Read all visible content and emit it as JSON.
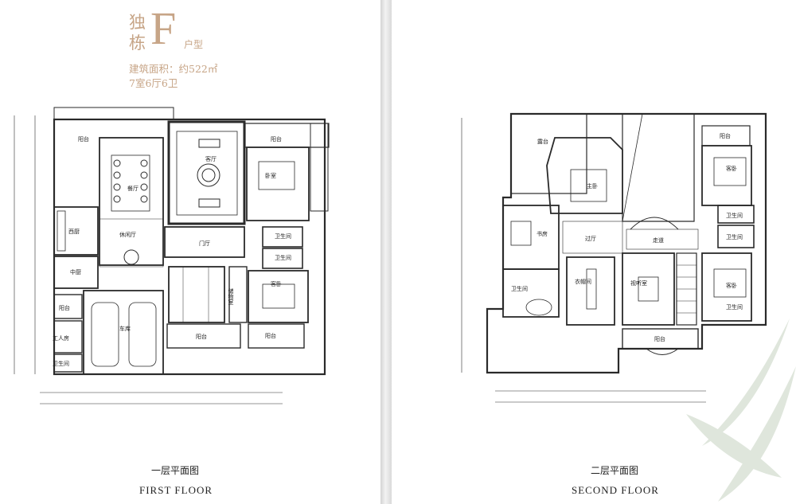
{
  "header": {
    "title_char_1": "独",
    "title_char_2": "栋",
    "title_letter": "F",
    "title_suffix": "户型",
    "area": "建筑面积：约522㎡",
    "rooms": "7室6厅6卫"
  },
  "first_floor": {
    "caption_zh": "一层平面图",
    "caption_en": "FIRST FLOOR",
    "rooms": {
      "balcony_tl": "阳台",
      "dining": "餐厅",
      "living": "客厅",
      "balcony_tr": "阳台",
      "bedroom": "卧室",
      "west_kitchen": "西厨",
      "leisure_hall": "休闲厅",
      "bath_1": "卫生间",
      "foyer": "门厅",
      "bath_2": "卫生间",
      "chinese_kitchen": "中厨",
      "storage": "储物室",
      "guest_room": "客卧",
      "balcony_l": "阳台",
      "garage": "车库",
      "balcony_r": "阳台",
      "worker_room": "工人房",
      "balcony_bottom": "阳台",
      "bath_3": "卫生间"
    }
  },
  "second_floor": {
    "caption_zh": "二层平面图",
    "caption_en": "SECOND FLOOR",
    "rooms": {
      "terrace": "露台",
      "master_bedroom": "主卧",
      "balcony_tr": "阳台",
      "guest_bedroom_1": "客卧",
      "study": "书房",
      "bath_1": "卫生间",
      "corridor_1": "过厅",
      "corridor_2": "走道",
      "bath_2": "卫生间",
      "bath_3": "卫生间",
      "closet": "衣帽间",
      "audio_room": "视听室",
      "guest_bedroom_2": "客卧",
      "bath_left": "卫生间",
      "balcony_bottom": "阳台"
    }
  },
  "colors": {
    "title": "#c7a587",
    "walls": "#2a2a2a",
    "leaf": "#dfe6dc"
  }
}
